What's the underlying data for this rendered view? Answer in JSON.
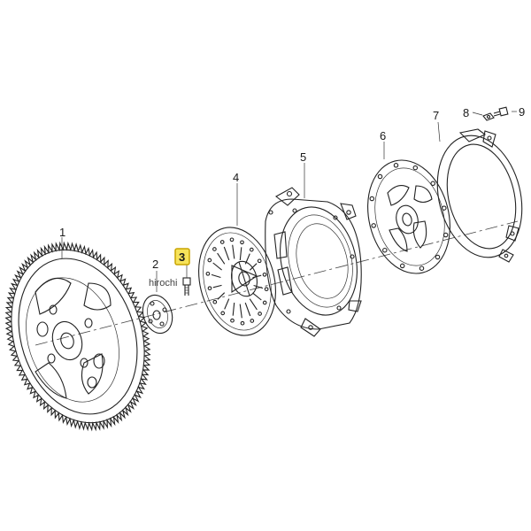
{
  "callouts": [
    {
      "id": "1",
      "label": "1",
      "highlighted": false
    },
    {
      "id": "2",
      "label": "2",
      "highlighted": false
    },
    {
      "id": "3",
      "label": "3",
      "highlighted": true
    },
    {
      "id": "4",
      "label": "4",
      "highlighted": false
    },
    {
      "id": "5",
      "label": "5",
      "highlighted": false
    },
    {
      "id": "6",
      "label": "6",
      "highlighted": false
    },
    {
      "id": "7",
      "label": "7",
      "highlighted": false
    },
    {
      "id": "8",
      "label": "8",
      "highlighted": false
    },
    {
      "id": "9",
      "label": "9",
      "highlighted": false
    }
  ],
  "watermark": "hirochi",
  "colors": {
    "highlight_fill": "#f7e35a",
    "highlight_border": "#c9a400",
    "line": "#222222",
    "background": "#ffffff"
  }
}
